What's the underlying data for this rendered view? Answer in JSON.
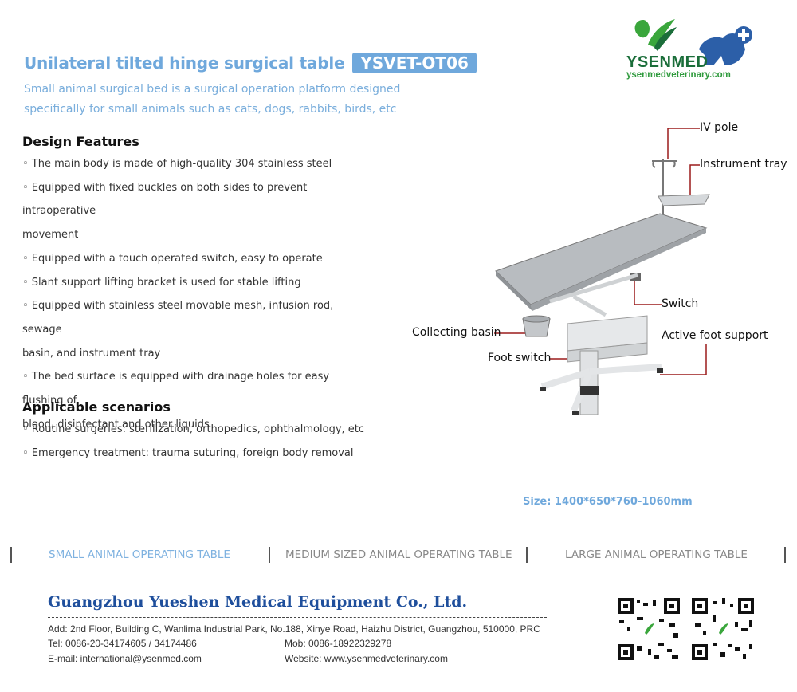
{
  "header": {
    "title": "Unilateral tilted hinge surgical table",
    "model": "YSVET-OT06",
    "subtitle": "Small animal surgical bed is a surgical operation platform designed specifically for small animals such as cats, dogs, rabbits, birds, etc"
  },
  "logo": {
    "wordmark": "YSENMED",
    "url": "ysenmedveterinary.com",
    "colors": {
      "green": "#2e9a3c",
      "blue": "#3a6fb0"
    }
  },
  "design": {
    "heading": "Design Features",
    "items": [
      "◦ The main body is made of high-quality 304 stainless steel",
      "◦ Equipped with fixed buckles on both sides to prevent intraoperative",
      "movement",
      "◦ Equipped with a touch operated switch, easy to operate",
      "◦ Slant support lifting bracket is used for stable lifting",
      "◦ Equipped with stainless steel movable mesh, infusion rod, sewage",
      "basin, and instrument tray",
      "◦ The bed surface is equipped with drainage holes for easy flushing of",
      "blood, disinfectant and other liquids"
    ]
  },
  "scenarios": {
    "heading": "Applicable scenarios",
    "items": [
      "◦ Routine surgeries: sterilization, orthopedics, ophthalmology, etc",
      "◦ Emergency treatment: trauma suturing, foreign body removal"
    ]
  },
  "callouts": {
    "iv_pole": "IV pole",
    "instrument_tray": "Instrument tray",
    "switch": "Switch",
    "collecting_basin": "Collecting basin",
    "active_foot_support": "Active foot support",
    "foot_switch": "Foot switch"
  },
  "size": "Size: 1400*650*760-1060mm",
  "categories": [
    {
      "label": "SMALL ANIMAL OPERATING TABLE",
      "active": true
    },
    {
      "label": "MEDIUM SIZED ANIMAL OPERATING TABLE",
      "active": false
    },
    {
      "label": "LARGE ANIMAL OPERATING TABLE",
      "active": false
    }
  ],
  "footer": {
    "company": "Guangzhou Yueshen Medical Equipment Co., Ltd.",
    "address": "Add: 2nd Floor, Building C, Wanlima Industrial Park, No.188, Xinye Road, Haizhu District, Guangzhou, 510000, PRC",
    "tel": "Tel: 0086-20-34174605 / 34174486",
    "mob": "Mob: 0086-18922329278",
    "email": "E-mail: international@ysenmed.com",
    "website": "Website: www.ysenmedveterinary.com"
  },
  "theme": {
    "accent": "#6fa8dc",
    "callout_line": "#9b1b1b"
  }
}
